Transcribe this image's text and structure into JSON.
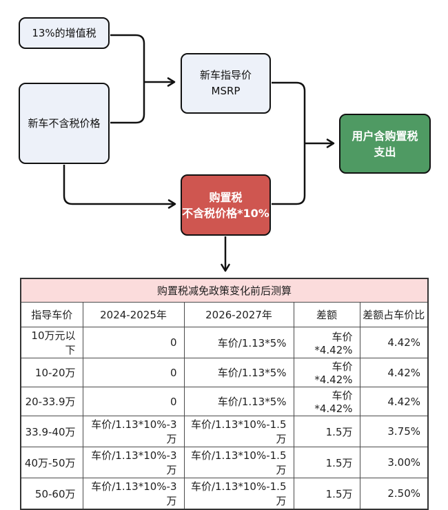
{
  "flowchart": {
    "vat_box": {
      "label": "13%的增值税"
    },
    "pretax_box": {
      "label": "新车不含税价格"
    },
    "msrp_box": {
      "line1": "新车指导价",
      "line2": "MSRP"
    },
    "purchase_tax_box": {
      "line1": "购置税",
      "line2": "不含税价格*10%"
    },
    "user_cost_box": {
      "line1": "用户含购置税",
      "line2": "支出"
    },
    "colors": {
      "node_light_bg": "#edf1f9",
      "node_red_bg": "#cf5650",
      "node_green_bg": "#4f9a63",
      "line": "#111111"
    }
  },
  "table": {
    "title": "购置税减免政策变化前后测算",
    "title_bg": "#fbdcdc",
    "columns": [
      "指导车价",
      "2024-2025年",
      "2026-2027年",
      "差额",
      "差额占车价比"
    ],
    "rows": [
      [
        "10万元以下",
        "0",
        "车价/1.13*5%",
        "车价*4.42%",
        "4.42%"
      ],
      [
        "10-20万",
        "0",
        "车价/1.13*5%",
        "车价*4.42%",
        "4.42%"
      ],
      [
        "20-33.9万",
        "0",
        "车价/1.13*5%",
        "车价*4.42%",
        "4.42%"
      ],
      [
        "33.9-40万",
        "车价/1.13*10%-3万",
        "车价/1.13*10%-1.5万",
        "1.5万",
        "3.75%"
      ],
      [
        "40万-50万",
        "车价/1.13*10%-3万",
        "车价/1.13*10%-1.5万",
        "1.5万",
        "3.00%"
      ],
      [
        "50-60万",
        "车价/1.13*10%-3万",
        "车价/1.13*10%-1.5万",
        "1.5万",
        "2.50%"
      ]
    ]
  }
}
